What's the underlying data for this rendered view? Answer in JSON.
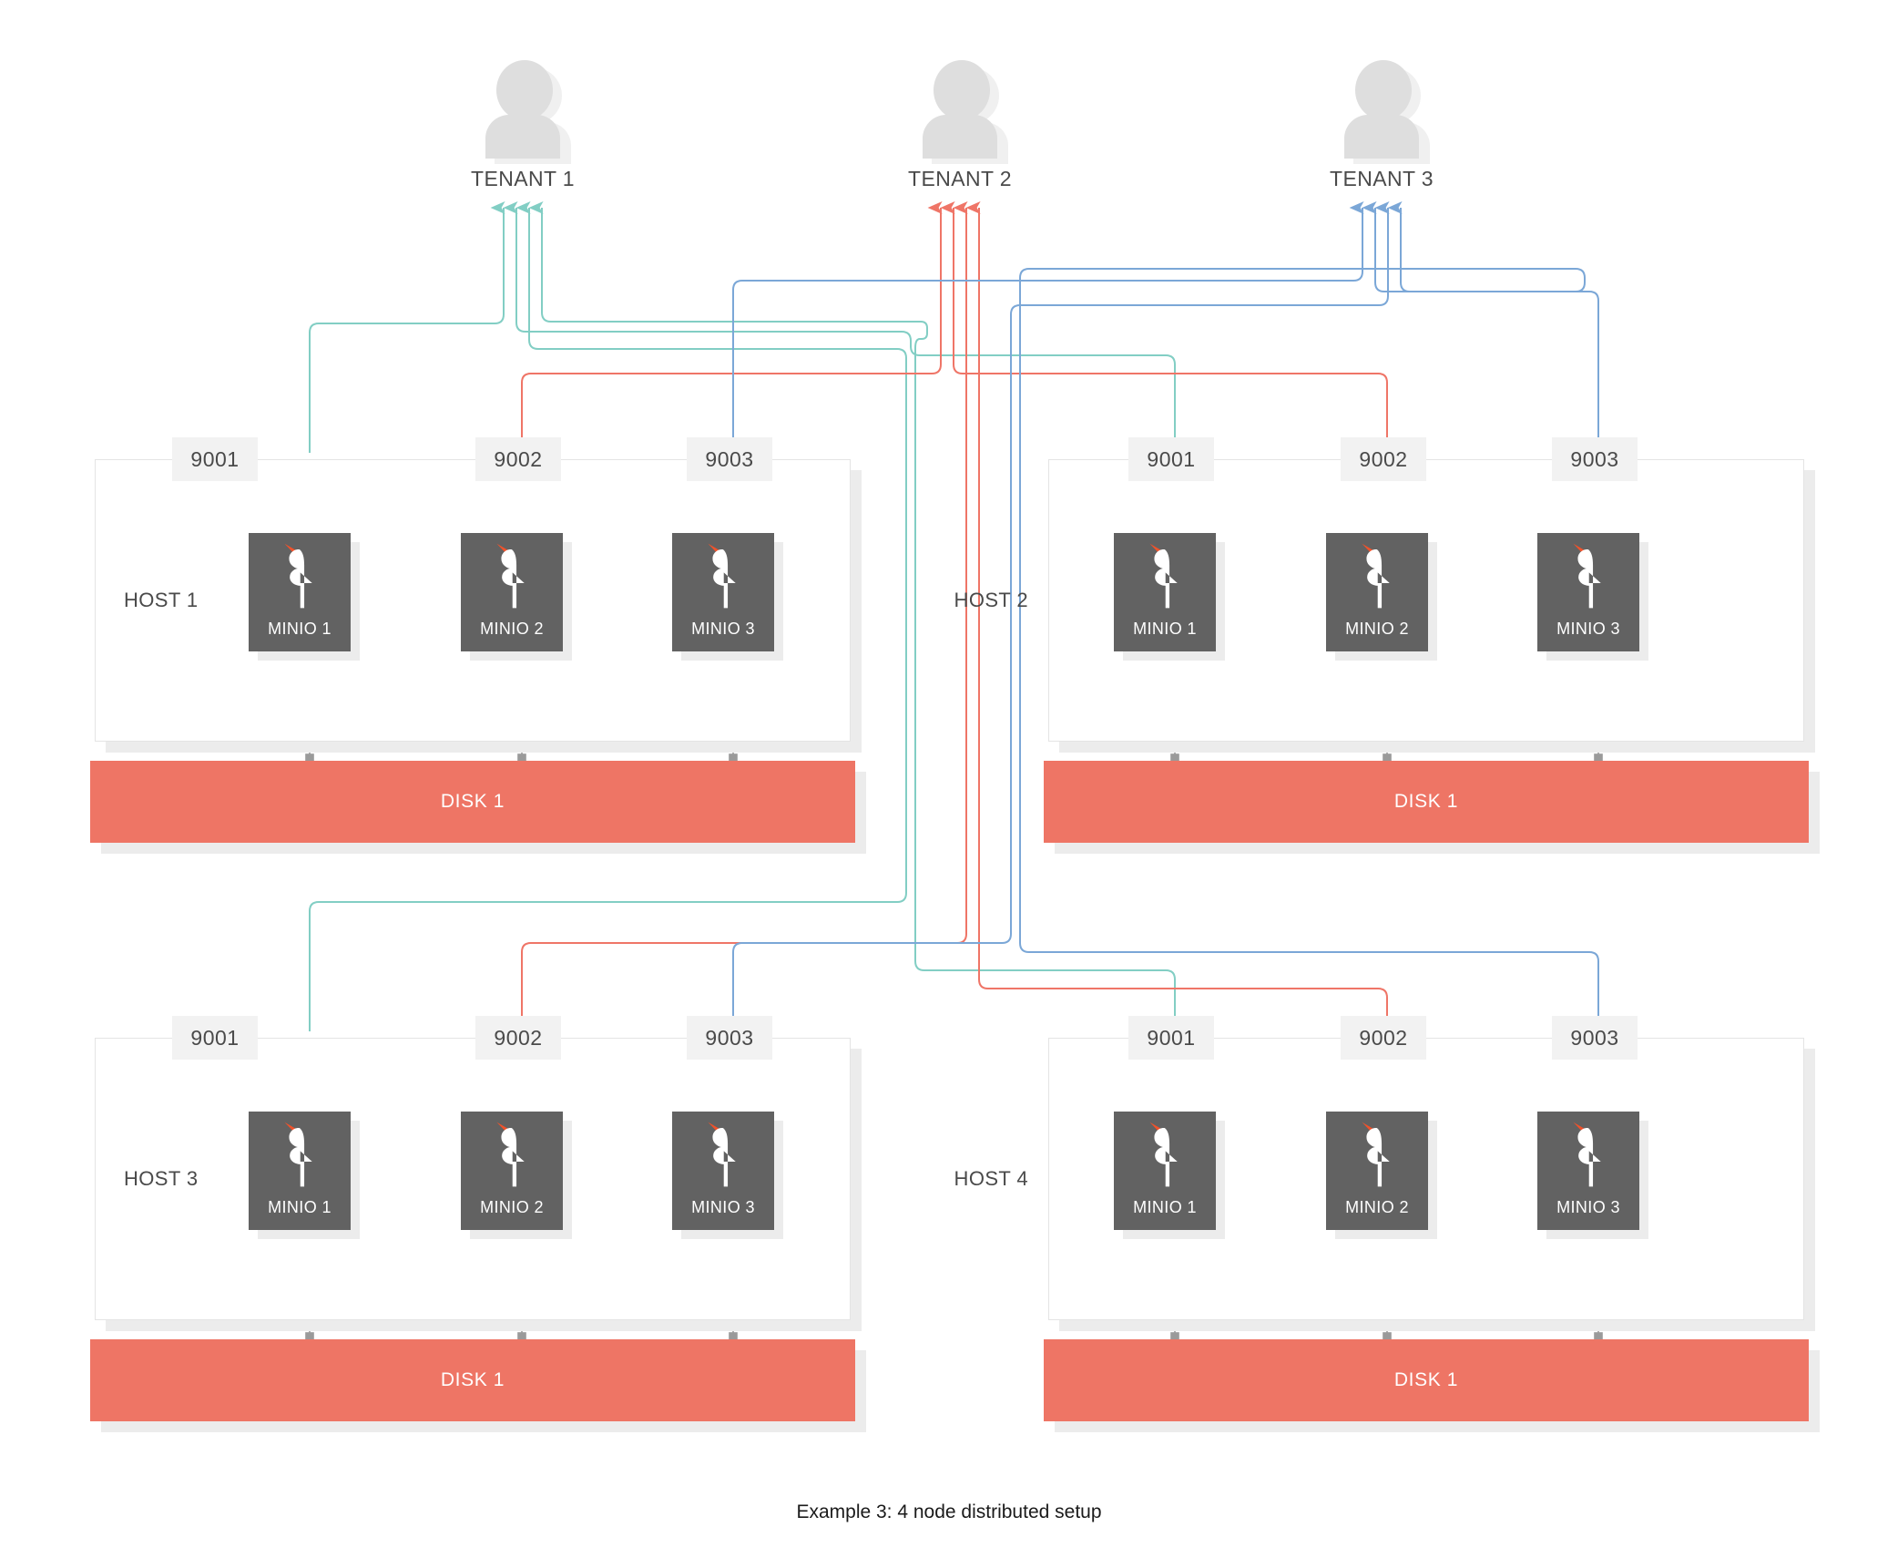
{
  "diagram": {
    "caption": "Example 3: 4 node distributed setup",
    "type": "architecture-diagram",
    "colors": {
      "tenant1_line": "#82cec4",
      "tenant2_line": "#ef7567",
      "tenant3_line": "#7ba7d7",
      "disk_fill": "#ee7565",
      "node_fill": "#626262",
      "port_fill": "#f2f2f2",
      "shadow": "#ececec",
      "text": "#4a4a4a",
      "logo_beak": "#f0522b",
      "logo_body": "#ffffff"
    }
  },
  "tenants": [
    {
      "id": "tenant-1",
      "label": "TENANT 1",
      "color": "#82cec4",
      "icon": "person-icon"
    },
    {
      "id": "tenant-2",
      "label": "TENANT 2",
      "color": "#ef7567",
      "icon": "person-icon"
    },
    {
      "id": "tenant-3",
      "label": "TENANT 3",
      "color": "#7ba7d7",
      "icon": "person-icon"
    }
  ],
  "hosts": [
    {
      "id": "host-1",
      "label": "HOST 1",
      "label_side": "left",
      "disk": {
        "label": "DISK 1"
      },
      "ports": [
        "9001",
        "9002",
        "9003"
      ],
      "nodes": [
        {
          "label": "MINIO 1",
          "port": "9001",
          "tenant": "TENANT 1",
          "icon": "minio-logo-icon"
        },
        {
          "label": "MINIO 2",
          "port": "9002",
          "tenant": "TENANT 2",
          "icon": "minio-logo-icon"
        },
        {
          "label": "MINIO 3",
          "port": "9003",
          "tenant": "TENANT 3",
          "icon": "minio-logo-icon"
        }
      ]
    },
    {
      "id": "host-2",
      "label": "HOST 2",
      "label_side": "right",
      "disk": {
        "label": "DISK 1"
      },
      "ports": [
        "9001",
        "9002",
        "9003"
      ],
      "nodes": [
        {
          "label": "MINIO 1",
          "port": "9001",
          "tenant": "TENANT 1",
          "icon": "minio-logo-icon"
        },
        {
          "label": "MINIO 2",
          "port": "9002",
          "tenant": "TENANT 2",
          "icon": "minio-logo-icon"
        },
        {
          "label": "MINIO 3",
          "port": "9003",
          "tenant": "TENANT 3",
          "icon": "minio-logo-icon"
        }
      ]
    },
    {
      "id": "host-3",
      "label": "HOST 3",
      "label_side": "left",
      "disk": {
        "label": "DISK 1"
      },
      "ports": [
        "9001",
        "9002",
        "9003"
      ],
      "nodes": [
        {
          "label": "MINIO 1",
          "port": "9001",
          "tenant": "TENANT 1",
          "icon": "minio-logo-icon"
        },
        {
          "label": "MINIO 2",
          "port": "9002",
          "tenant": "TENANT 2",
          "icon": "minio-logo-icon"
        },
        {
          "label": "MINIO 3",
          "port": "9003",
          "tenant": "TENANT 3",
          "icon": "minio-logo-icon"
        }
      ]
    },
    {
      "id": "host-4",
      "label": "HOST 4",
      "label_side": "right",
      "disk": {
        "label": "DISK 1"
      },
      "ports": [
        "9001",
        "9002",
        "9003"
      ],
      "nodes": [
        {
          "label": "MINIO 1",
          "port": "9001",
          "tenant": "TENANT 1",
          "icon": "minio-logo-icon"
        },
        {
          "label": "MINIO 2",
          "port": "9002",
          "tenant": "TENANT 2",
          "icon": "minio-logo-icon"
        },
        {
          "label": "MINIO 3",
          "port": "9003",
          "tenant": "TENANT 3",
          "icon": "minio-logo-icon"
        }
      ]
    }
  ]
}
